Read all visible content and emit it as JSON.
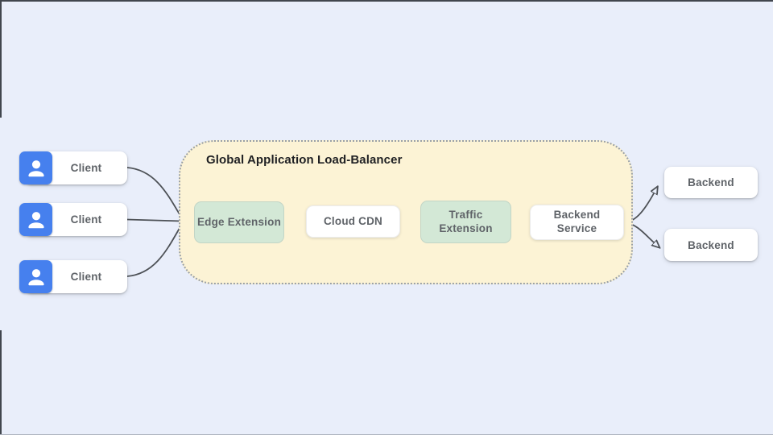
{
  "diagram": {
    "clients": [
      {
        "label": "Client"
      },
      {
        "label": "Client"
      },
      {
        "label": "Client"
      }
    ],
    "load_balancer": {
      "title": "Global Application Load-Balancer",
      "nodes": [
        {
          "label": "Edge Extension",
          "style": "green"
        },
        {
          "label": "Cloud CDN",
          "style": "white"
        },
        {
          "label": "Traffic Extension",
          "style": "green"
        },
        {
          "label": "Backend Service",
          "style": "white"
        }
      ]
    },
    "backends": [
      {
        "label": "Backend"
      },
      {
        "label": "Backend"
      }
    ],
    "colors": {
      "page_background": "#e9eefa",
      "container_fill": "#fcf3d5",
      "container_border": "#9aa0a6",
      "node_green": "#d3e8d6",
      "node_white": "#ffffff",
      "client_icon_blue": "#4680ee",
      "label_gray": "#5f6368",
      "title_dark": "#1f2023",
      "arrow_gray": "#4d5156"
    }
  }
}
